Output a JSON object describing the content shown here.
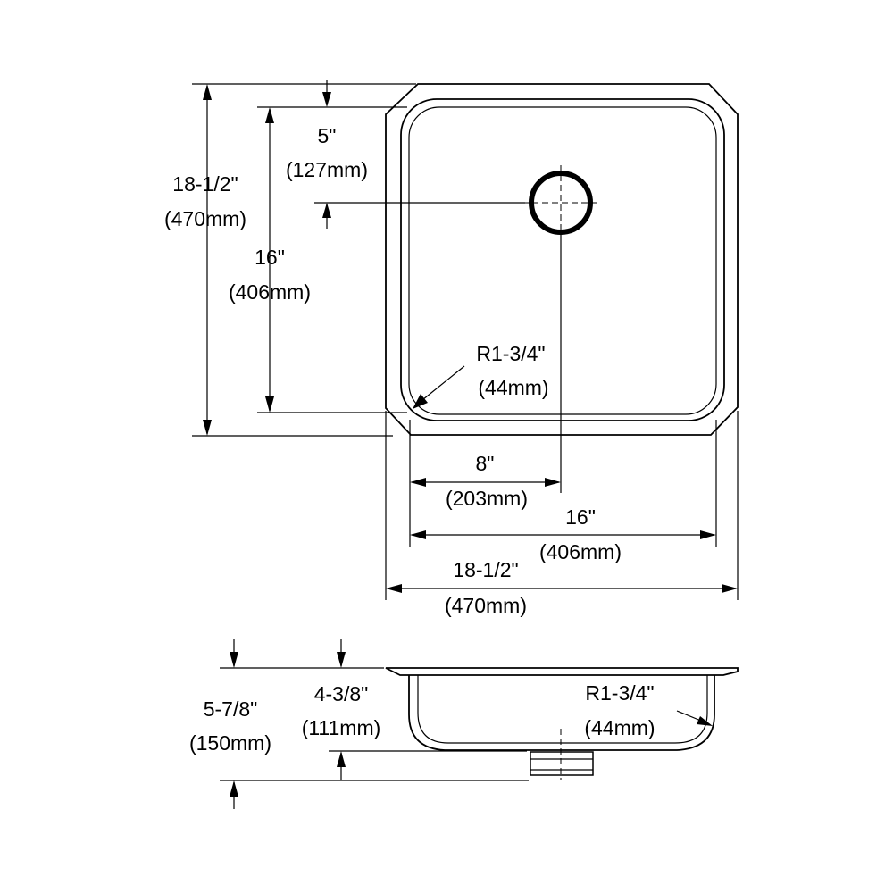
{
  "plan_view": {
    "overall_height": {
      "imperial": "18-1/2\"",
      "metric": "(470mm)"
    },
    "bowl_height": {
      "imperial": "16\"",
      "metric": "(406mm)"
    },
    "drain_offset": {
      "imperial": "5\"",
      "metric": "(127mm)"
    },
    "corner_radius": {
      "imperial": "R1-3/4\"",
      "metric": "(44mm)"
    },
    "drain_center_width": {
      "imperial": "8\"",
      "metric": "(203mm)"
    },
    "bowl_width": {
      "imperial": "16\"",
      "metric": "(406mm)"
    },
    "overall_width": {
      "imperial": "18-1/2\"",
      "metric": "(470mm)"
    }
  },
  "section_view": {
    "overall_depth": {
      "imperial": "5-7/8\"",
      "metric": "(150mm)"
    },
    "bowl_depth": {
      "imperial": "4-3/8\"",
      "metric": "(111mm)"
    },
    "bottom_radius": {
      "imperial": "R1-3/4\"",
      "metric": "(44mm)"
    }
  }
}
